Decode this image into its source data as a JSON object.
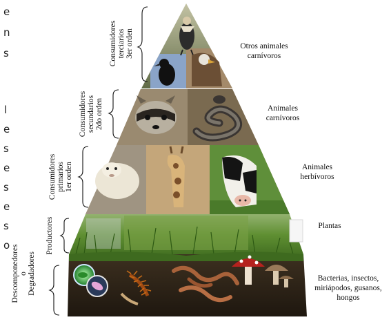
{
  "pyramid": {
    "levels": [
      {
        "id": "tertiary",
        "side_label": [
          "Consumidores",
          "terciarios",
          "3er orden"
        ],
        "description": [
          "Otros animales",
          "carnívoros"
        ],
        "icons": [
          "vulture-icon",
          "crow-icon",
          "eagle-icon"
        ],
        "colors": {
          "main": "#7f8a6a",
          "accent": "#3a4a2a"
        }
      },
      {
        "id": "secondary",
        "side_label": [
          "Consumidores",
          "secundarios",
          "2do orden"
        ],
        "description": [
          "Animales",
          "carnívoros"
        ],
        "icons": [
          "raccoon-icon",
          "snake-icon"
        ],
        "colors": {
          "main": "#8a7556",
          "accent": "#4a3a2a"
        }
      },
      {
        "id": "primary",
        "side_label": [
          "Consumidores",
          "primarios",
          "1er orden"
        ],
        "description": [
          "Animales",
          "herbívoros"
        ],
        "icons": [
          "sheep-icon",
          "giraffe-icon",
          "cow-icon"
        ],
        "colors": {
          "main": "#b99f73",
          "accent": "#2f5f2a"
        }
      },
      {
        "id": "producers",
        "side_label": [
          "Productores"
        ],
        "description": [
          "Plantas"
        ],
        "icons": [
          "grass-icon"
        ],
        "colors": {
          "main": "#6f9a3f",
          "accent": "#a9b89a"
        }
      },
      {
        "id": "decomposers",
        "side_label": [
          "Descomponedores",
          "o",
          "Degradadores"
        ],
        "description": [
          "Bacterias, insectos,",
          "miriápodos, gusanos,",
          "hongos"
        ],
        "icons": [
          "bacteria-icon",
          "centipede-icon",
          "worm-icon",
          "mushroom-icon"
        ],
        "colors": {
          "main": "#2e2519",
          "accent": "#a8623a"
        }
      }
    ]
  },
  "edge_text": {
    "top": [
      "e",
      "n",
      "s"
    ],
    "bottom": [
      "l",
      "e",
      "s",
      "e",
      "s",
      "e",
      "s",
      "o"
    ]
  }
}
